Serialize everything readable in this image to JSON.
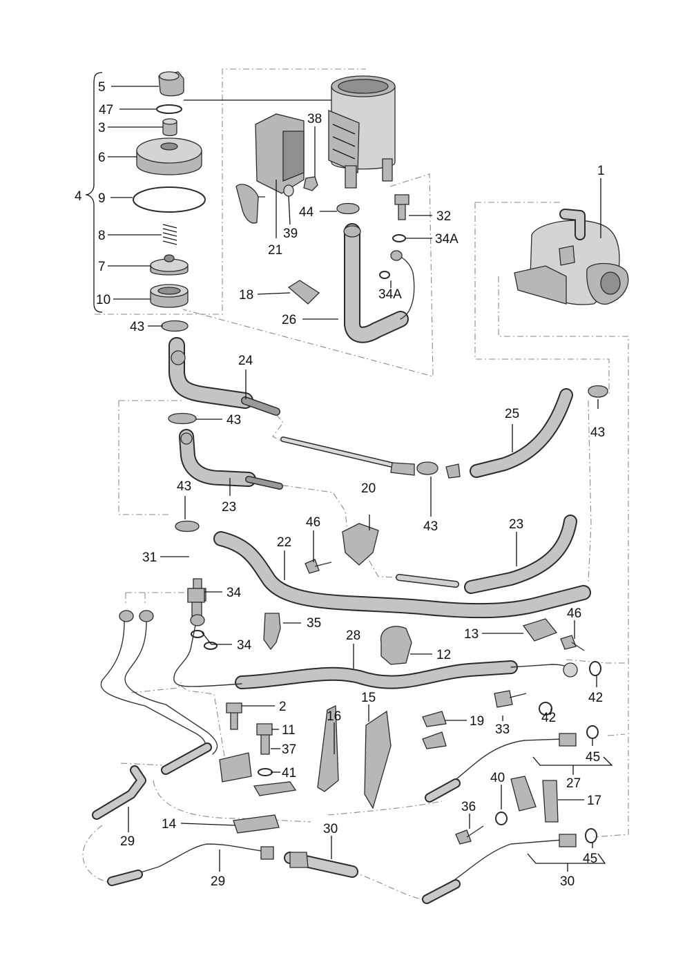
{
  "labels": [
    {
      "id": "l5",
      "text": "5"
    },
    {
      "id": "l47",
      "text": "47"
    },
    {
      "id": "l3",
      "text": "3"
    },
    {
      "id": "l6",
      "text": "6"
    },
    {
      "id": "l4",
      "text": "4"
    },
    {
      "id": "l9",
      "text": "9"
    },
    {
      "id": "l8",
      "text": "8"
    },
    {
      "id": "l7",
      "text": "7"
    },
    {
      "id": "l10",
      "text": "10"
    },
    {
      "id": "l38",
      "text": "38"
    },
    {
      "id": "l21",
      "text": "21"
    },
    {
      "id": "l39",
      "text": "39"
    },
    {
      "id": "l44",
      "text": "44"
    },
    {
      "id": "l32",
      "text": "32"
    },
    {
      "id": "l34a1",
      "text": "34A"
    },
    {
      "id": "l34a2",
      "text": "34A"
    },
    {
      "id": "l18",
      "text": "18"
    },
    {
      "id": "l26",
      "text": "26"
    },
    {
      "id": "l1",
      "text": "1"
    },
    {
      "id": "l43a",
      "text": "43"
    },
    {
      "id": "l24",
      "text": "24"
    },
    {
      "id": "l43b",
      "text": "43"
    },
    {
      "id": "l25",
      "text": "25"
    },
    {
      "id": "l43c",
      "text": "43"
    },
    {
      "id": "l23a",
      "text": "23"
    },
    {
      "id": "l20",
      "text": "20"
    },
    {
      "id": "l43d",
      "text": "43"
    },
    {
      "id": "l43e",
      "text": "43"
    },
    {
      "id": "l46a",
      "text": "46"
    },
    {
      "id": "l23b",
      "text": "23"
    },
    {
      "id": "l22",
      "text": "22"
    },
    {
      "id": "l31",
      "text": "31"
    },
    {
      "id": "l34b",
      "text": "34"
    },
    {
      "id": "l35",
      "text": "35"
    },
    {
      "id": "l46b",
      "text": "46"
    },
    {
      "id": "l13",
      "text": "13"
    },
    {
      "id": "l34c",
      "text": "34"
    },
    {
      "id": "l28",
      "text": "28"
    },
    {
      "id": "l12",
      "text": "12"
    },
    {
      "id": "l42a",
      "text": "42"
    },
    {
      "id": "l42b",
      "text": "42"
    },
    {
      "id": "l2",
      "text": "2"
    },
    {
      "id": "l15",
      "text": "15"
    },
    {
      "id": "l16",
      "text": "16"
    },
    {
      "id": "l19",
      "text": "19"
    },
    {
      "id": "l11",
      "text": "11"
    },
    {
      "id": "l33",
      "text": "33"
    },
    {
      "id": "l37",
      "text": "37"
    },
    {
      "id": "l45a",
      "text": "45"
    },
    {
      "id": "l41",
      "text": "41"
    },
    {
      "id": "l27",
      "text": "27"
    },
    {
      "id": "l40",
      "text": "40"
    },
    {
      "id": "l17",
      "text": "17"
    },
    {
      "id": "l36",
      "text": "36"
    },
    {
      "id": "l14",
      "text": "14"
    },
    {
      "id": "l29a",
      "text": "29"
    },
    {
      "id": "l30a",
      "text": "30"
    },
    {
      "id": "l45b",
      "text": "45"
    },
    {
      "id": "l29b",
      "text": "29"
    },
    {
      "id": "l30b",
      "text": "30"
    }
  ]
}
